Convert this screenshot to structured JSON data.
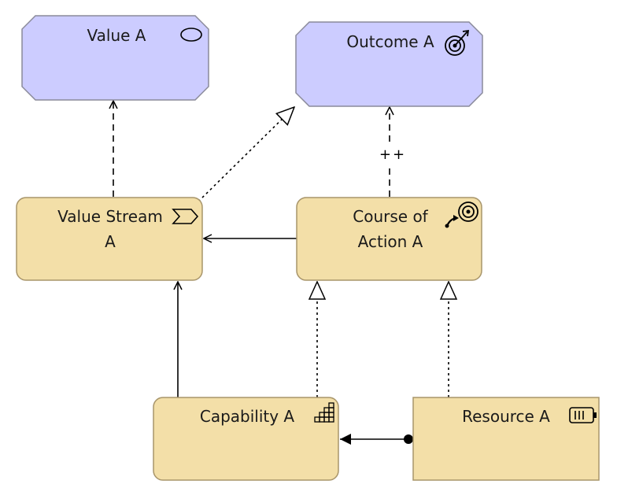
{
  "nodes": {
    "value_a": {
      "label": "Value A",
      "icon": "value-ellipse-icon",
      "type": "motivation-value",
      "fill": "#ccccff"
    },
    "outcome_a": {
      "label": "Outcome A",
      "icon": "target-arrow-icon",
      "type": "motivation-outcome",
      "fill": "#ccccff"
    },
    "value_stream_a": {
      "label_line1": "Value Stream",
      "label_line2": "A",
      "icon": "chevron-icon",
      "type": "strategy-value-stream",
      "fill": "#f3dfa8"
    },
    "course_of_action_a": {
      "label_line1": "Course of",
      "label_line2": "Action A",
      "icon": "target-hand-icon",
      "type": "strategy-course-of-action",
      "fill": "#f3dfa8"
    },
    "capability_a": {
      "label": "Capability A",
      "icon": "stairs-icon",
      "type": "strategy-capability",
      "fill": "#f3dfa8"
    },
    "resource_a": {
      "label": "Resource A",
      "icon": "battery-icon",
      "type": "strategy-resource",
      "fill": "#f3dfa8"
    }
  },
  "edges": [
    {
      "from": "Value Stream A",
      "to": "Value A",
      "relation": "influence"
    },
    {
      "from": "Value Stream A",
      "to": "Outcome A",
      "relation": "realization"
    },
    {
      "from": "Course of Action A",
      "to": "Outcome A",
      "relation": "influence",
      "label": "++"
    },
    {
      "from": "Course of Action A",
      "to": "Value Stream A",
      "relation": "serving"
    },
    {
      "from": "Capability A",
      "to": "Value Stream A",
      "relation": "serving"
    },
    {
      "from": "Capability A",
      "to": "Course of Action A",
      "relation": "realization"
    },
    {
      "from": "Resource A",
      "to": "Course of Action A",
      "relation": "realization"
    },
    {
      "from": "Resource A",
      "to": "Capability A",
      "relation": "assignment"
    }
  ],
  "colors": {
    "motivation": "#ccccff",
    "strategy": "#f3dfa8",
    "stroke": "#8a8a9a",
    "strategy_stroke": "#a8956a",
    "line": "#000000"
  }
}
